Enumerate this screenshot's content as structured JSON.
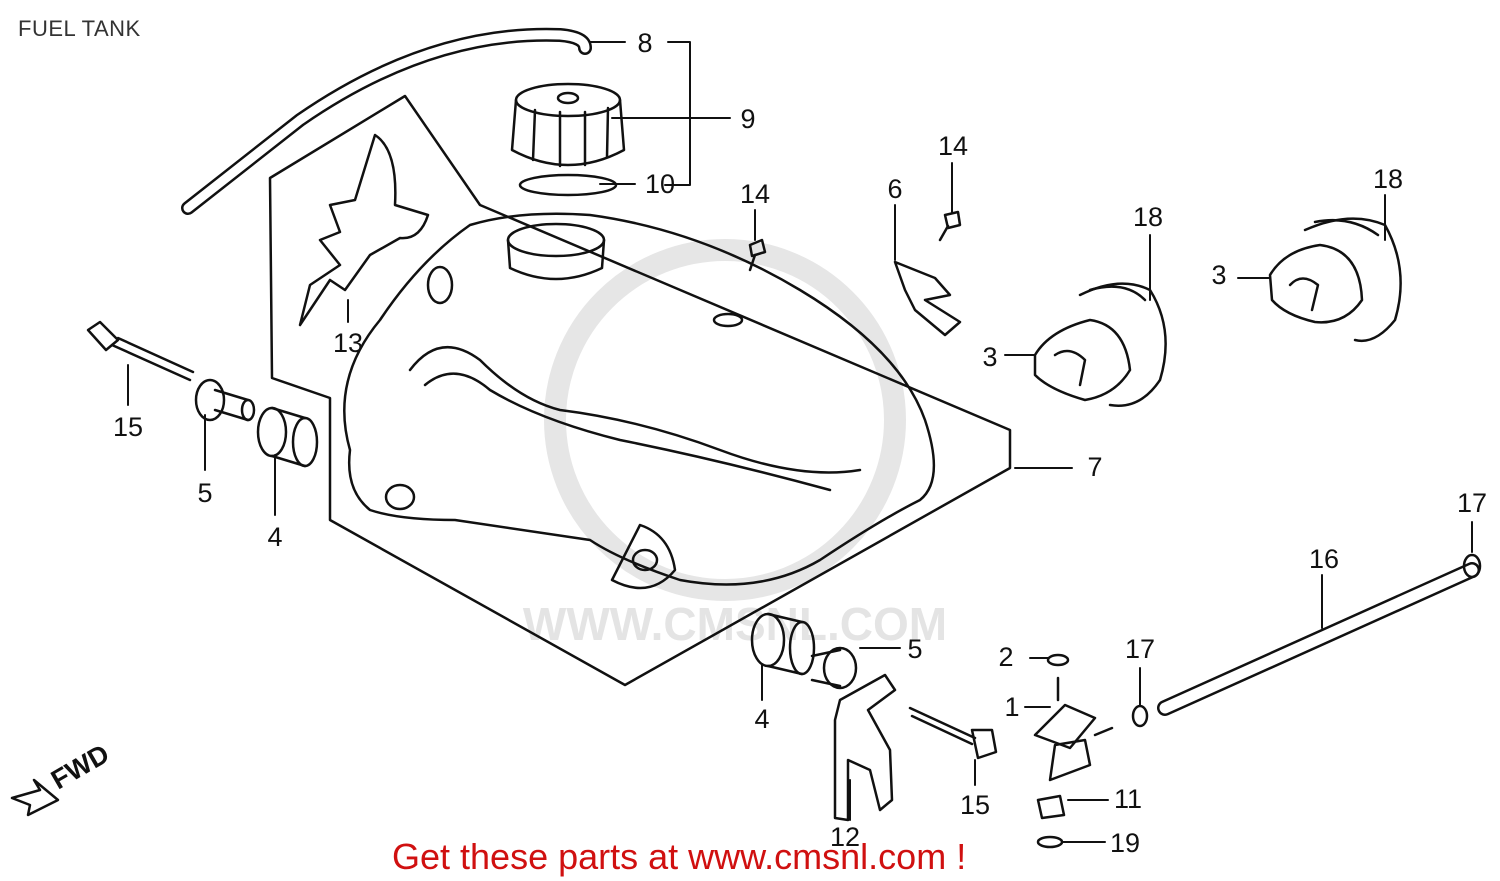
{
  "title": "FUEL TANK",
  "footer": "Get these parts at www.cmsnl.com !",
  "watermark": "WWW.CMSNL.COM",
  "direction_marker": "FWD",
  "callouts": [
    {
      "id": "c8",
      "label": "8"
    },
    {
      "id": "c9",
      "label": "9"
    },
    {
      "id": "c10",
      "label": "10"
    },
    {
      "id": "c13",
      "label": "13"
    },
    {
      "id": "c15a",
      "label": "15"
    },
    {
      "id": "c5a",
      "label": "5"
    },
    {
      "id": "c4a",
      "label": "4"
    },
    {
      "id": "c14a",
      "label": "14"
    },
    {
      "id": "c14b",
      "label": "14"
    },
    {
      "id": "c6",
      "label": "6"
    },
    {
      "id": "c18a",
      "label": "18"
    },
    {
      "id": "c18b",
      "label": "18"
    },
    {
      "id": "c3a",
      "label": "3"
    },
    {
      "id": "c3b",
      "label": "3"
    },
    {
      "id": "c7",
      "label": "7"
    },
    {
      "id": "c17a",
      "label": "17"
    },
    {
      "id": "c16",
      "label": "16"
    },
    {
      "id": "c5b",
      "label": "5"
    },
    {
      "id": "c4b",
      "label": "4"
    },
    {
      "id": "c2",
      "label": "2"
    },
    {
      "id": "c17b",
      "label": "17"
    },
    {
      "id": "c1",
      "label": "1"
    },
    {
      "id": "c15b",
      "label": "15"
    },
    {
      "id": "c11",
      "label": "11"
    },
    {
      "id": "c12",
      "label": "12"
    },
    {
      "id": "c19",
      "label": "19"
    }
  ]
}
